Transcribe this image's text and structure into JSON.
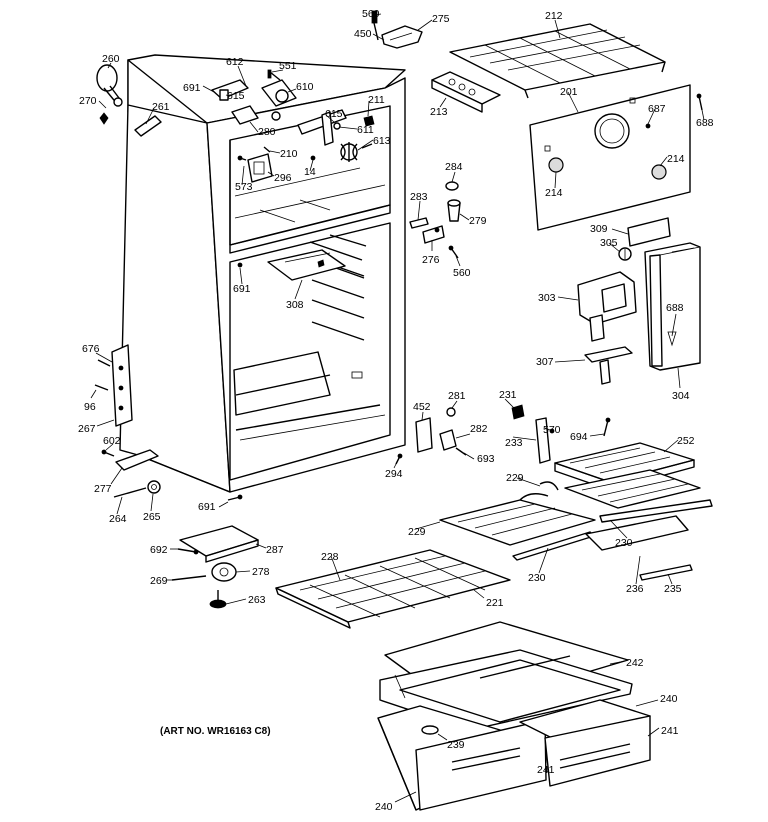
{
  "caption": "(ART NO. WR16163 C8)",
  "callouts": [
    "560",
    "275",
    "450",
    "212",
    "260",
    "612",
    "551",
    "691",
    "270",
    "615",
    "610",
    "261",
    "615",
    "211",
    "213",
    "201",
    "687",
    "688",
    "611",
    "280",
    "613",
    "210",
    "573",
    "296",
    "14",
    "284",
    "214",
    "214",
    "283",
    "279",
    "309",
    "305",
    "276",
    "560",
    "691",
    "308",
    "303",
    "688",
    "307",
    "304",
    "676",
    "96",
    "267",
    "452",
    "281",
    "231",
    "282",
    "570",
    "233",
    "694",
    "252",
    "602",
    "693",
    "294",
    "229",
    "277",
    "691",
    "264",
    "265",
    "229",
    "230",
    "692",
    "287",
    "230",
    "228",
    "236",
    "235",
    "269",
    "278",
    "263",
    "221",
    "242",
    "240",
    "239",
    "241",
    "241",
    "240"
  ]
}
